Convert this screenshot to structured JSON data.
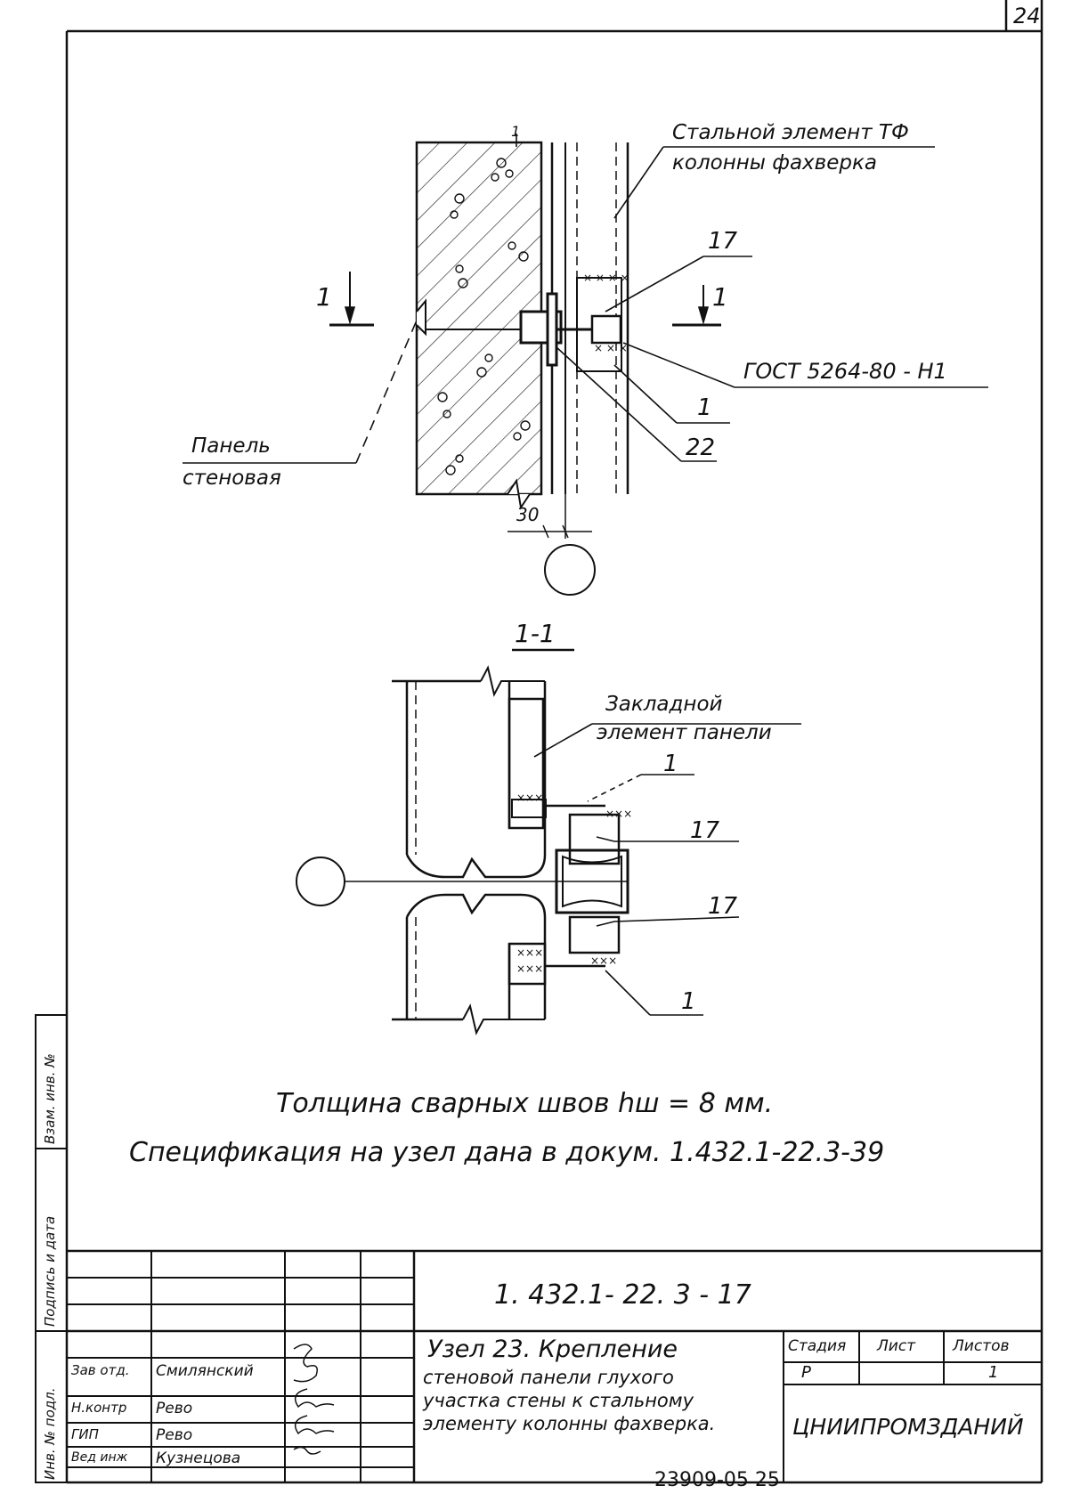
{
  "page_number": "24",
  "top_drawing": {
    "label_steel_element_line1": "Стальной элемент ТФ",
    "label_steel_element_line2": "колонны фахверка",
    "mark_17": "17",
    "mark_1_left": "1",
    "mark_1_right": "1",
    "mark_1_top": "1",
    "gost": "ГОСТ 5264-80 - Н1",
    "mark_1_ref": "1",
    "mark_22": "22",
    "panel_line1": "Панель",
    "panel_line2": "стеновая",
    "dim_30": "30"
  },
  "section": {
    "title": "1-1",
    "embedded_line1": "Закладной",
    "embedded_line2": "элемент панели",
    "mark_1_a": "1",
    "mark_17_a": "17",
    "mark_17_b": "17",
    "mark_1_b": "1"
  },
  "notes": {
    "line1": "Толщина сварных швов hш = 8 мм.",
    "line2": "Спецификация на узел дана в докум. 1.432.1-22.3-39"
  },
  "side_stamp": {
    "inv_orig": "Инв. № подл.",
    "sign_date": "Подпись и дата",
    "inv_replace": "Взам. инв. №"
  },
  "title_block": {
    "doc_code": "1. 432.1- 22. 3 - 17",
    "title_line1": "Узел 23. Крепление",
    "title_line2": "стеновой панели глухого",
    "title_line3": "участка стены к стальному",
    "title_line4": "элементу колонны фахверка.",
    "stage_header": "Стадия",
    "sheet_header": "Лист",
    "sheets_header": "Листов",
    "stage_value": "Р",
    "sheet_value": "",
    "sheets_value": "1",
    "organization": "ЦНИИПРОМЗДАНИЙ",
    "roles": [
      {
        "role": "Зав отд.",
        "name": "Смилянский"
      },
      {
        "role": "Н.контр",
        "name": "Рево"
      },
      {
        "role": "ГИП",
        "name": "Рево"
      },
      {
        "role": "Вед инж",
        "name": "Кузнецова"
      }
    ]
  },
  "footer_number": "23909-05   25"
}
